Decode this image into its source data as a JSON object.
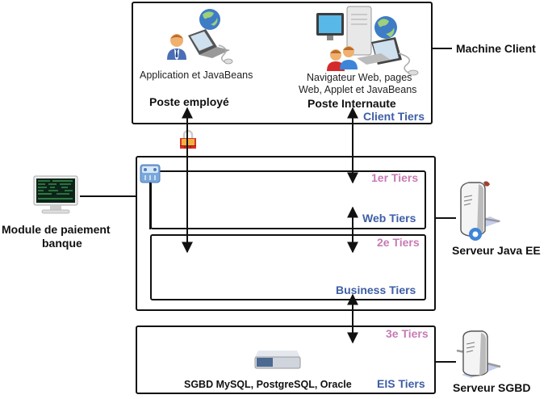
{
  "client_tier": {
    "label": "Client Tiers",
    "employee": {
      "caption": "Application et JavaBeans",
      "title": "Poste employé",
      "icon": "laptop-user-globe-icon"
    },
    "internaut": {
      "caption_line1": "Navigateur Web, pages",
      "caption_line2": "Web, Applet et JavaBeans",
      "title": "Poste Internaute",
      "icon": "desktop-users-globe-icon"
    },
    "side_label": "Machine Client"
  },
  "server_tier": {
    "web": {
      "number_label": "1er Tiers",
      "label": "Web Tiers"
    },
    "business": {
      "number_label": "2e Tiers",
      "label": "Business Tiers"
    },
    "side_label": "Serveur Java EE",
    "server_icon": "java-ee-server-icon",
    "network_icon": "network-switch-icon"
  },
  "eis_tier": {
    "number_label": "3e Tiers",
    "label": "EIS Tiers",
    "db_caption": "SGBD MySQL, PostgreSQL, Oracle",
    "db_icon": "database-drive-icon",
    "side_label": "Serveur SGBD",
    "server_icon": "db-server-icon"
  },
  "bank_module": {
    "label_line1": "Module de paiement",
    "label_line2": "banque",
    "icon": "monitor-terminal-icon"
  },
  "firewall_icon": "firewall-lock-icon",
  "colors": {
    "tier_number": "#c77ab4",
    "tier_name": "#3d5ea6",
    "border": "#111111"
  }
}
